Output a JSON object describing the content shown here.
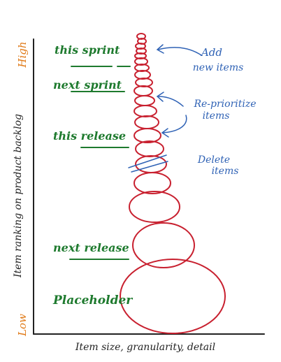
{
  "colors": {
    "axis": "#222222",
    "axis_end_label": "#e07b1a",
    "axis_title": "#222222",
    "release_label": "#1e7a2e",
    "bubble": "#c8202f",
    "annotation": "#2f62b5"
  },
  "axes": {
    "y_high": "High",
    "y_low": "Low",
    "y_title": "Item ranking on product backlog",
    "x_title": "Item size, granularity, detail"
  },
  "labels": {
    "this_sprint": "this sprint",
    "next_sprint": "next sprint",
    "this_release": "this release",
    "next_release": "next release",
    "placeholder": "Placeholder"
  },
  "annotations": {
    "add_line1": "Add",
    "add_line2": "new items",
    "reprioritize_line1": "Re-prioritize",
    "reprioritize_line2": "items",
    "delete_line1": "Delete",
    "delete_line2": "items"
  }
}
